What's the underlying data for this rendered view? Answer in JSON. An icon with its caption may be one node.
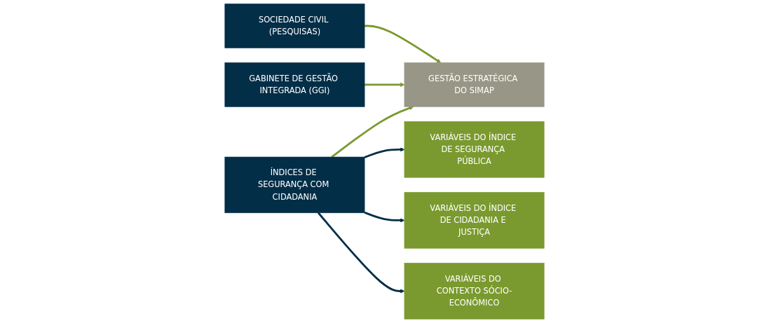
{
  "diagram": {
    "nodes": [
      {
        "text": [
          "SOCIEDADE CIVIL (PESQUISAS)"
        ]
      },
      {
        "text": [
          "GESTÃO ESTRATÉGICA DO SIMAP"
        ]
      },
      {
        "text": [
          "GABINETE DE GESTÃO INTEGRADA (GGI)"
        ]
      },
      {
        "text": [
          "ÍNDICES DE SEGURANÇA COM CIDADANIA"
        ]
      },
      {
        "text": [
          "VARIÁVEIS DO ÍNDICE DE SEGURANÇA PÚBLICA"
        ]
      },
      {
        "text": [
          "VARIÁVEIS DO ÍNDICE DE CIDADANIA E JUSTIÇA"
        ]
      },
      {
        "text": [
          "VARIÁVEIS DO CONTEXTO SÓCIO-ECONÔMICO"
        ]
      }
    ],
    "edges": [
      {
        "from": 0,
        "to": 1,
        "arrow": "to",
        "color": "#7a9a2f"
      },
      {
        "from": 2,
        "to": 1,
        "arrow": "to",
        "color": "#7a9a2f"
      },
      {
        "from": 3,
        "to": 1,
        "arrow": "to",
        "color": "#7a9a2f"
      },
      {
        "from": 3,
        "to": 4,
        "arrow": "to",
        "color": "#032e48"
      },
      {
        "from": 3,
        "to": 5,
        "arrow": "to",
        "color": "#032e48"
      },
      {
        "from": 3,
        "to": 6,
        "arrow": "to",
        "color": "#032e48"
      }
    ]
  }
}
